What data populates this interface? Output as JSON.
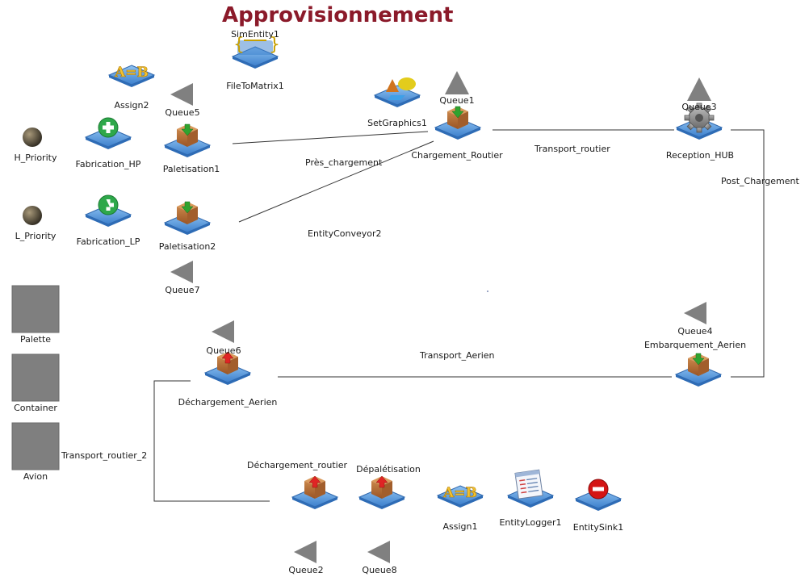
{
  "title": "Approvisionnement",
  "sim_entity": {
    "label": "SimEntity1"
  },
  "file_to_matrix": {
    "label": "FileToMatrix1"
  },
  "assign": [
    {
      "label": "Assign2"
    },
    {
      "label": "Assign1"
    }
  ],
  "set_graphics": {
    "label": "SetGraphics1"
  },
  "priorities": [
    {
      "label": "H_Priority"
    },
    {
      "label": "L_Priority"
    }
  ],
  "generators": [
    {
      "label": "Fabrication_HP"
    },
    {
      "label": "Fabrication_LP"
    }
  ],
  "queues": {
    "q1": "Queue1",
    "q2": "Queue2",
    "q3": "Queue3",
    "q4": "Queue4",
    "q5": "Queue5",
    "q6": "Queue6",
    "q7": "Queue7",
    "q8": "Queue8"
  },
  "packers": {
    "paletisation1": "Paletisation1",
    "paletisation2": "Paletisation2",
    "chargement_routier": "Chargement_Routier",
    "embarquement_aerien": "Embarquement_Aerien"
  },
  "unpackers": {
    "dechargement_aerien": "Déchargement_Aerien",
    "dechargement_routier": "Déchargement_routier",
    "depaletisation": "Dépalétisation"
  },
  "reception_hub": {
    "label": "Reception_HUB"
  },
  "entity_logger": {
    "label": "EntityLogger1"
  },
  "entity_sink": {
    "label": "EntitySink1"
  },
  "prototypes": [
    {
      "label": "Palette"
    },
    {
      "label": "Container"
    },
    {
      "label": "Avion"
    }
  ],
  "connectors": {
    "pres_chargement": "Près_chargement",
    "entity_conveyor": "EntityConveyor2",
    "transport_routier": "Transport_routier",
    "post_chargement": "Post_Chargement",
    "transport_aerien": "Transport_Aerien",
    "transport_routier_2": "Transport_routier_2"
  },
  "colors": {
    "title": "#8b1a2a",
    "pad": "#4a8fd8",
    "box": "#b5651d",
    "arrow_in": "#2a9a2a",
    "arrow_out": "#d42020",
    "queue": "#808080",
    "sink": "#cc1111"
  }
}
